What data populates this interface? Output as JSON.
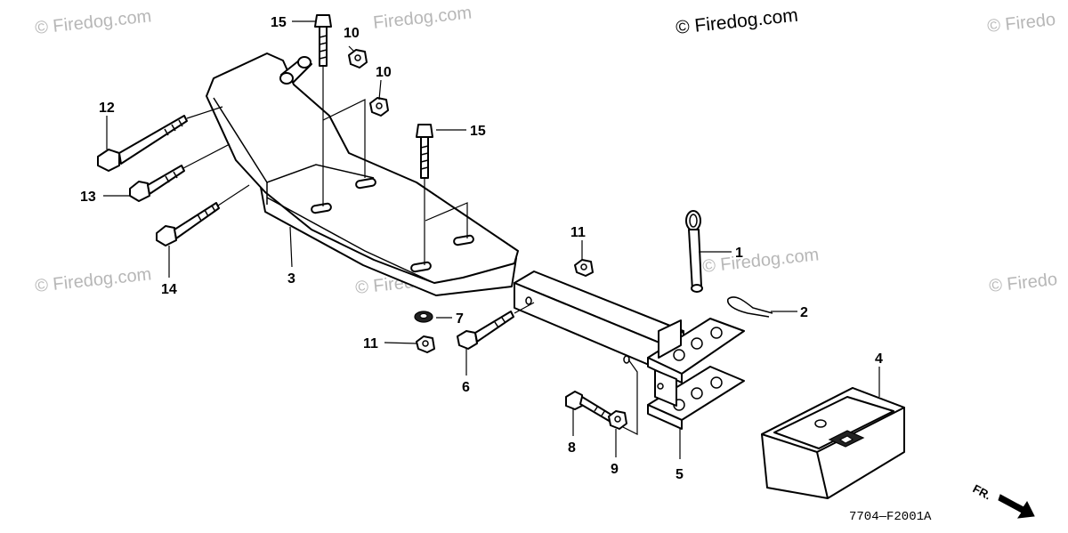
{
  "watermark": {
    "text": "© Firedog.com",
    "cut_left_text": "Firedog.com",
    "cut_right_text": "© Firedo"
  },
  "callouts": [
    "1",
    "2",
    "3",
    "4",
    "5",
    "6",
    "7",
    "8",
    "9",
    "10",
    "11",
    "12",
    "13",
    "14",
    "15"
  ],
  "diagram_code": "7704—F2001A",
  "direction_label": "FR."
}
